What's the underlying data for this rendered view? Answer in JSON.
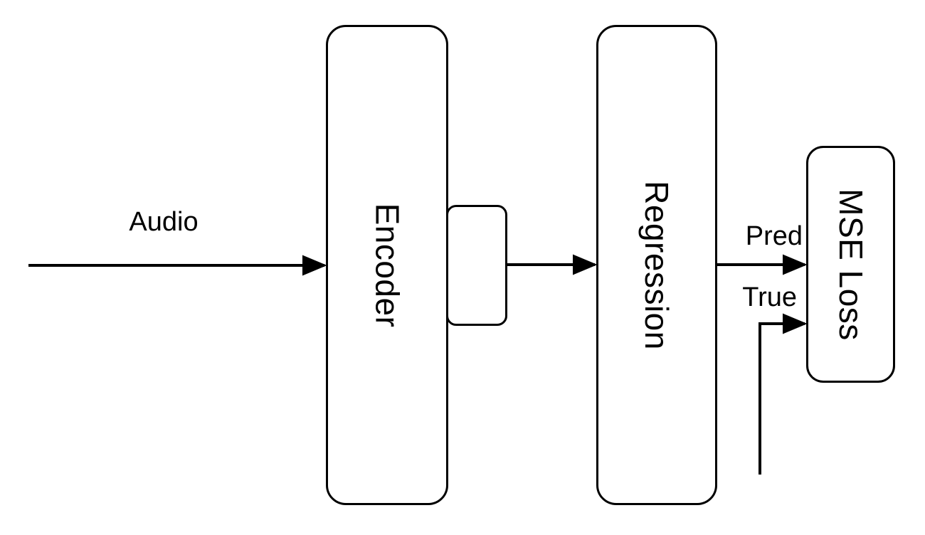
{
  "diagram": {
    "background_color": "#ffffff",
    "stroke_color": "#000000",
    "node_fill_color": "#ffffff",
    "nodes": {
      "encoder": {
        "label": "Encoder"
      },
      "embedding": {
        "label": ""
      },
      "regression": {
        "label": "Regression"
      },
      "mse_loss": {
        "label": "MSE Loss"
      }
    },
    "edges": {
      "audio": {
        "label": "Audio"
      },
      "embedding_to_regression": {
        "label": ""
      },
      "pred": {
        "label": "Pred"
      },
      "true_target": {
        "label": "True"
      }
    }
  }
}
